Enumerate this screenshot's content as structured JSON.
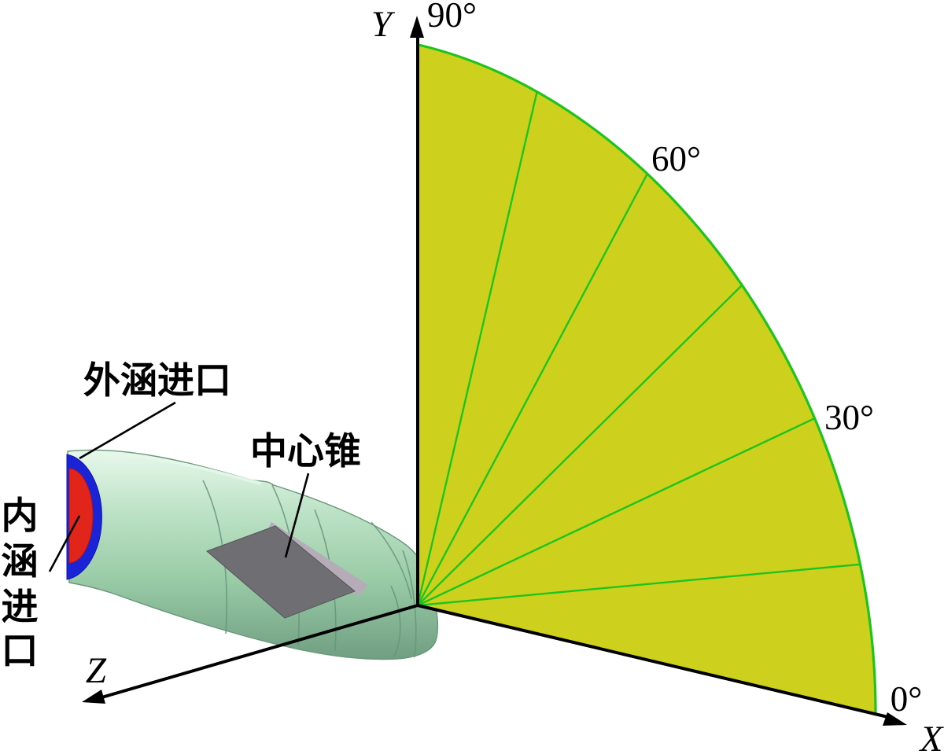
{
  "figure": {
    "labels": {
      "axis_x": "X",
      "axis_y": "Y",
      "axis_z": "Z",
      "angle_90": "90°",
      "angle_60": "60°",
      "angle_30": "30°",
      "angle_0": "0°",
      "bypass_inlet": "外涵进口",
      "center_cone": "中心锥",
      "core_inlet_chars": [
        "内",
        "涵",
        "进",
        "口"
      ]
    },
    "fan": {
      "sector_range_deg": [
        0,
        90
      ],
      "radial_lines_deg": [
        15,
        30,
        45,
        60,
        75
      ],
      "labeled_angles_deg": [
        0,
        30,
        60,
        90
      ]
    },
    "colors": {
      "fan_fill": "#cdd11e",
      "fan_line_green": "#1ec41e",
      "duct_light": "#e8f8ec",
      "duct_mid": "#a6d2b0",
      "duct_dark": "#6f9f81",
      "bypass_ring_blue": "#1b23d6",
      "core_red": "#e1251a",
      "cone_gray": "#6f6f73",
      "cone_highlight": "#b6acb8",
      "axis_black": "#000000"
    }
  }
}
